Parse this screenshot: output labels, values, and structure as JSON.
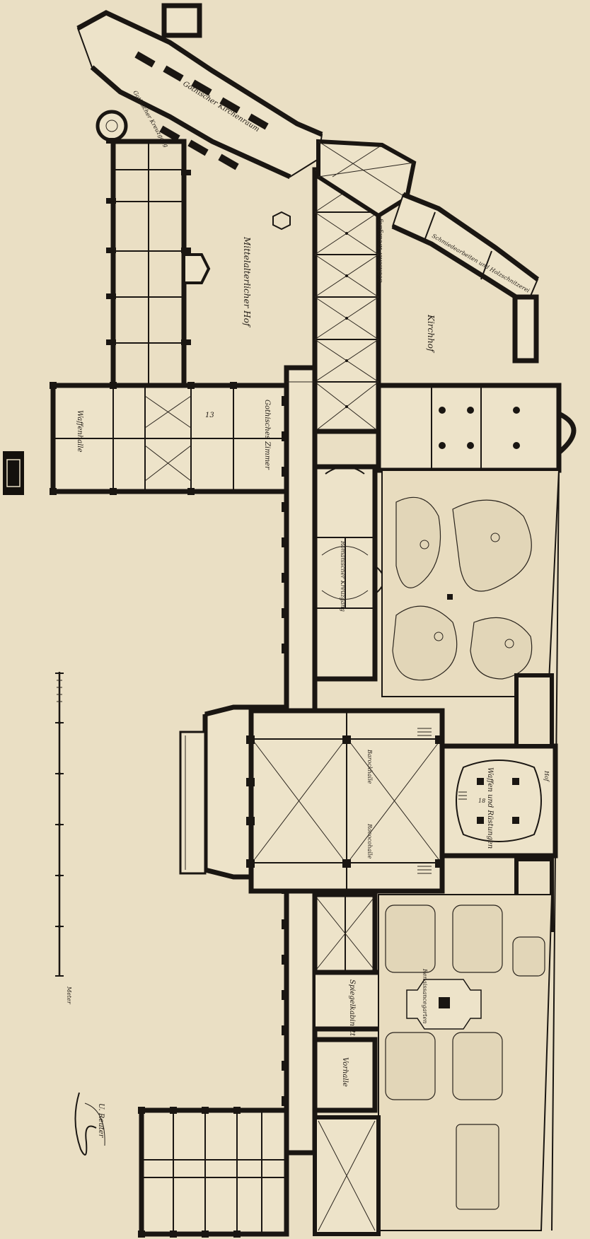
{
  "labels": {
    "gothic_cross_passage": "Gothischer Kreuzgang",
    "gothic_church_room": "Gothischer Kirchenraum",
    "medieval_court": "Mittelalterlicher Hof",
    "gothic_cloister": "Gothischer Kreuzgang",
    "small_court": "Kirchhof",
    "goldsmith_work": "Schmiedearbeiten und Holzschnitzerei",
    "gothic_room": "Gothisches Zimmer",
    "armory": "Waffenhalle",
    "romanesque_cloister": "Romanischer Kreuzgang",
    "baroque_hall": "Barockhalle",
    "rococo_hall": "Rococohalle",
    "vestibule": "Vorhalle",
    "weapons_and_armor": "Waffen und Rüstungen",
    "court": "Hof",
    "mirror_gallery": "Spiegelkabinett",
    "renaissance_garden": "Renaissancegarten",
    "room_number_18": "18",
    "room_number_13": "13",
    "scale_unit": "Meter",
    "signature": "U. Reuter"
  }
}
